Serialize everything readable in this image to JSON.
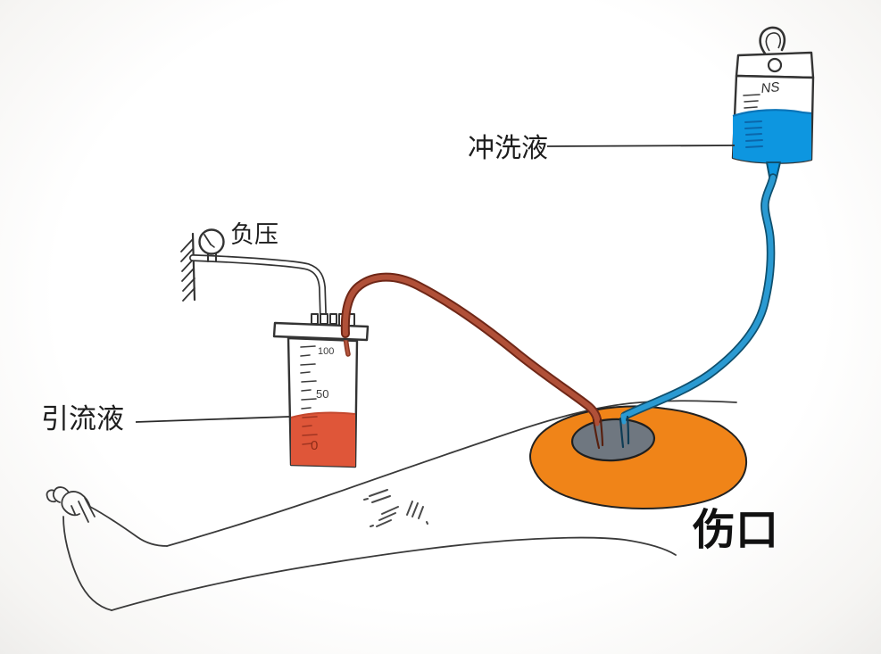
{
  "diagram": {
    "labels": {
      "irrigation_fluid": "冲洗液",
      "negative_pressure": "负压",
      "drainage_fluid": "引流液",
      "wound": "伤口"
    },
    "iv_bag": {
      "text": "NS"
    },
    "drainage_container": {
      "scale_top": "100",
      "scale_mid": "50",
      "scale_bottom": "0"
    },
    "colors": {
      "irrigation_blue": "#0d96e0",
      "tube_blue": "#2a9ad2",
      "tube_blue_dark": "#10506e",
      "drainage_red": "#df5639",
      "tube_red": "#b05038",
      "tube_red_dark": "#6f2717",
      "dressing_orange": "#f08418",
      "wound_pad_gray": "#6f7780",
      "outline": "#2e2e2e"
    }
  }
}
